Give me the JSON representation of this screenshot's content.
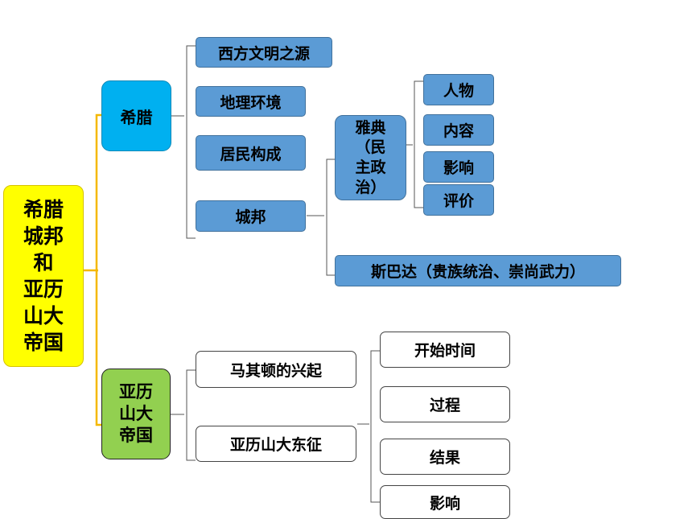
{
  "root": {
    "label": "希腊\n城邦\n和\n亚历\n山大\n帝国"
  },
  "greece": {
    "label": "希腊",
    "items": [
      "西方文明之源",
      "地理环境",
      "居民构成",
      "城邦"
    ],
    "city_state": {
      "athens": {
        "label": "雅典\n（民\n主政\n治）",
        "items": [
          "人物",
          "内容",
          "影响",
          "评价"
        ]
      },
      "sparta": {
        "label": "斯巴达（贵族统治、崇尚武力）"
      }
    }
  },
  "alexander": {
    "label": "亚历\n山大\n帝国",
    "items": [
      "马其顿的兴起",
      "亚历山大东征"
    ],
    "expedition": {
      "items": [
        "开始时间",
        "过程",
        "结果",
        "影响"
      ]
    }
  },
  "colors": {
    "root": "#ffff00",
    "greece": "#00b0f0",
    "alexander": "#92d050",
    "topic": "#5b9bd5",
    "connector_main": "#f5b800",
    "connector": "#555555"
  }
}
